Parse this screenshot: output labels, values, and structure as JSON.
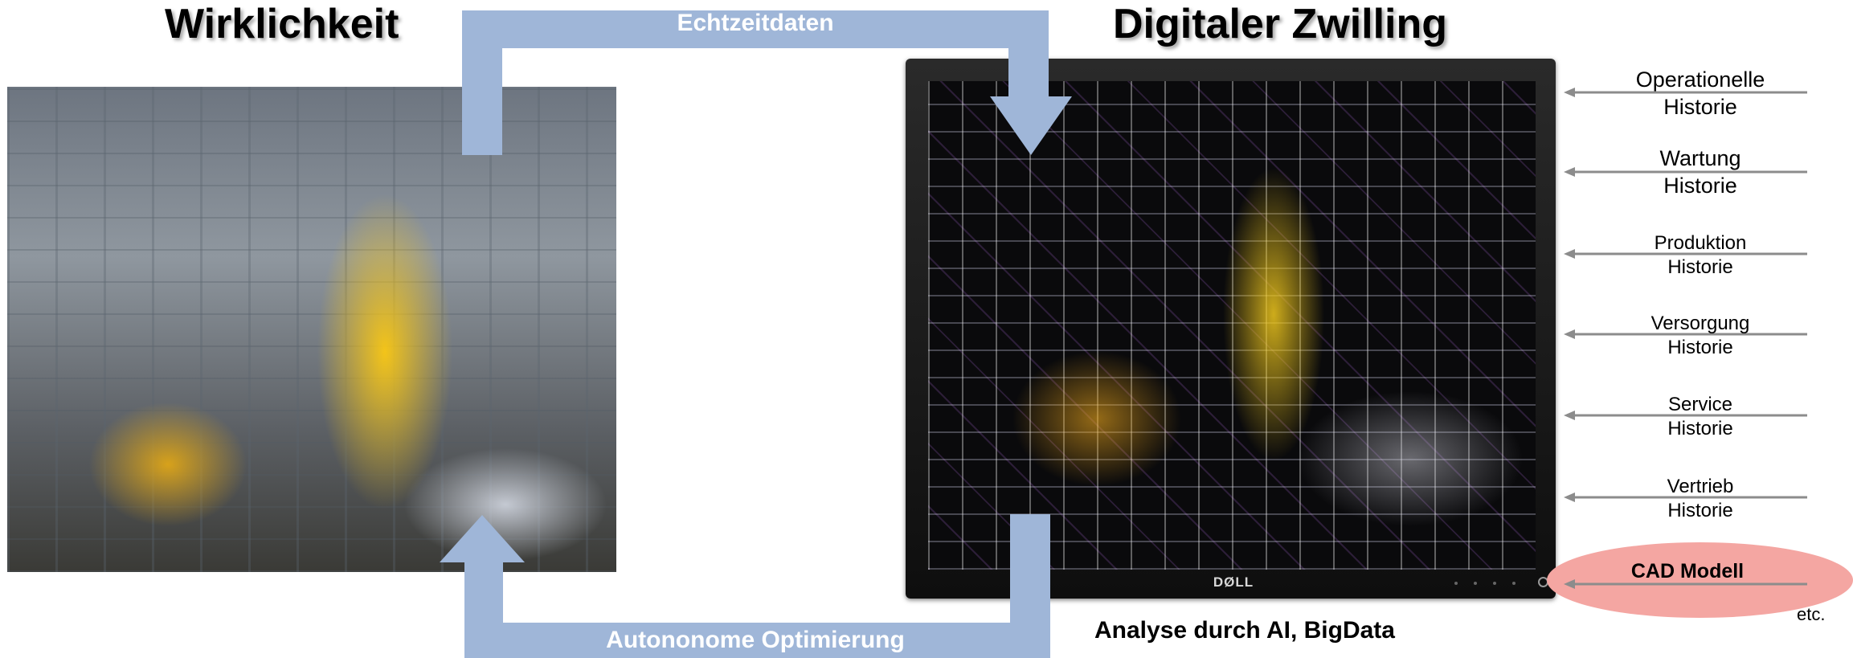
{
  "headings": {
    "reality": "Wirklichkeit",
    "digital_twin": "Digitaler Zwilling"
  },
  "loop": {
    "top_label": "Echtzeitdaten",
    "bottom_label": "Autononome Optimierung",
    "arrow_color": "#9fb6d8"
  },
  "monitor": {
    "brand": "DØLL"
  },
  "caption": "Analyse durch AI, BigData",
  "sources": [
    {
      "line1": "Operationelle",
      "line2": "Historie"
    },
    {
      "line1": "Wartung",
      "line2": "Historie"
    },
    {
      "line1": "Produktion",
      "line2": "Historie"
    },
    {
      "line1": "Versorgung",
      "line2": "Historie"
    },
    {
      "line1": "Service",
      "line2": "Historie"
    },
    {
      "line1": "Vertrieb",
      "line2": "Historie"
    }
  ],
  "cad": {
    "label": "CAD Modell",
    "highlight_color": "#f4a6a2"
  },
  "etc_label": "etc.",
  "colors": {
    "arrow_gray": "#8c8c8c"
  }
}
